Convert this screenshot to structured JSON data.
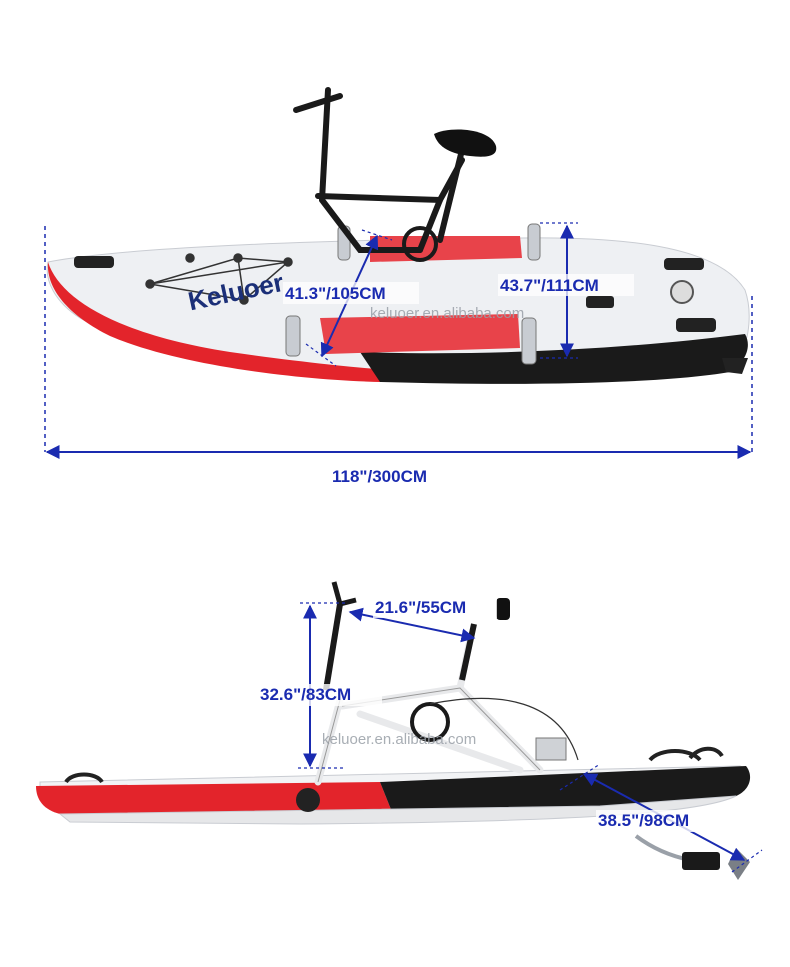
{
  "brand_logo": {
    "text": "Keluoer"
  },
  "watermarks": [
    "keluoer.en.alibaba.com",
    "keluoer.en.alibaba.com"
  ],
  "top_view": {
    "dimensions": {
      "length": "118\"/300CM",
      "seat_length": "41.3\"/105CM",
      "frame_height": "43.7\"/111CM"
    }
  },
  "side_view": {
    "dimensions": {
      "handlebar_to_seat": "21.6\"/55CM",
      "handlebar_height": "32.6\"/83CM",
      "propeller_depth": "38.5\"/98CM"
    }
  },
  "colors": {
    "dimension_line": "#1a2bb0",
    "board_red": "#e3242b",
    "board_black": "#1a1a1a",
    "board_white": "#f2f3f5"
  }
}
